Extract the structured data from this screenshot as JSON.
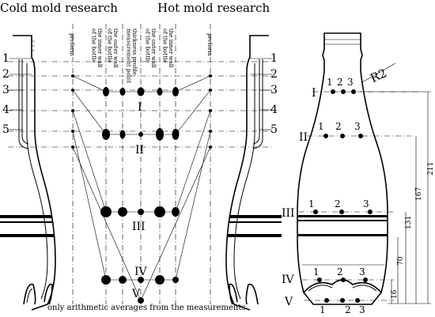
{
  "headings": {
    "cold": "Cold mold research",
    "hot": "Hot mold research"
  },
  "column_labels": [
    "preform",
    "the inner wall of the bottle",
    "the outer wall of the bottle",
    "thickness profile measurement point",
    "the outer wall of the bottle",
    "the inner wall of the bottle",
    "preform"
  ],
  "left_numbers": [
    "1",
    "2",
    "3",
    "4",
    "5"
  ],
  "right_numbers": [
    "1",
    "2",
    "3",
    "4",
    "5"
  ],
  "center_romans": [
    "I",
    "II",
    "III",
    "IV",
    "V"
  ],
  "right_romans": [
    "I",
    "II",
    "III",
    "IV",
    "V"
  ],
  "point_numbers": [
    "1",
    "2",
    "3"
  ],
  "radius_label": "R2",
  "dimensions": [
    "211",
    "167",
    "131",
    "70",
    "16"
  ],
  "footnote": "only arithmetic averages from the measurements"
}
